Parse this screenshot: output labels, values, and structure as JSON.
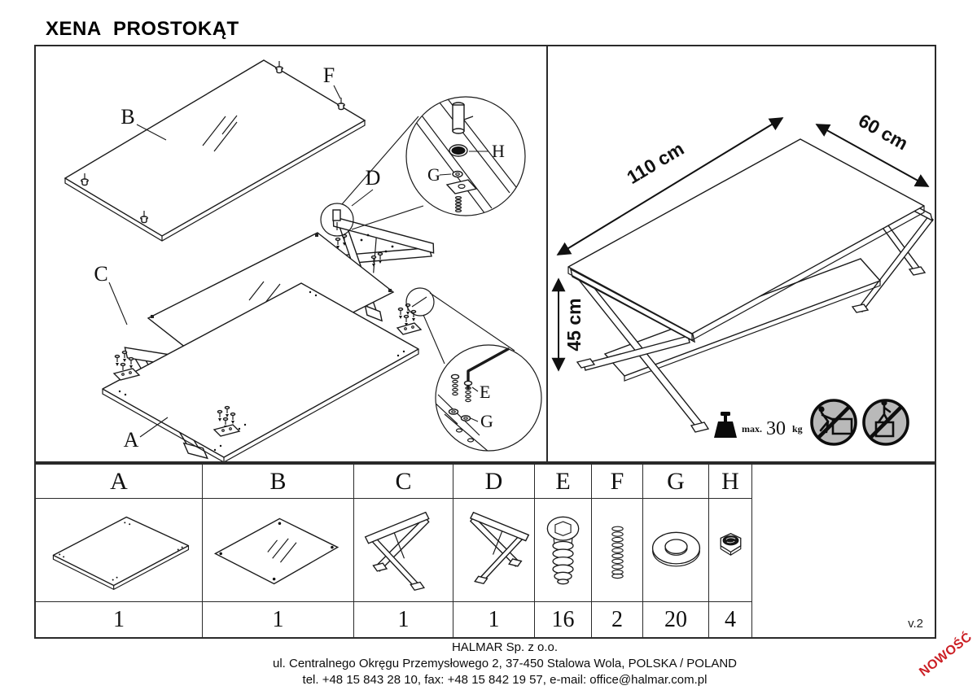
{
  "title": "XENA PROSTOKĄT",
  "version": "v.2",
  "badge": {
    "text": "NOWOŚĆ",
    "color": "#cc2026"
  },
  "diagram": {
    "labels": {
      "a": "A",
      "b": "B",
      "c": "C",
      "d": "D",
      "e": "E",
      "f": "F",
      "g": "G",
      "h": "H"
    }
  },
  "dimensions": {
    "length": "110 cm",
    "depth": "60 cm",
    "height": "45 cm"
  },
  "load": {
    "prefix": "max.",
    "value": "30",
    "unit": "kg"
  },
  "icons": {
    "weight": "weight-icon",
    "left_prohibition": "no-pushing-furniture-icon",
    "right_prohibition": "no-standing-on-furniture-icon"
  },
  "parts_table": {
    "headers": [
      "A",
      "B",
      "C",
      "D",
      "E",
      "F",
      "G",
      "H"
    ],
    "quantities": [
      "1",
      "1",
      "1",
      "1",
      "16",
      "2",
      "20",
      "4"
    ],
    "part_icons": [
      "top-panel-icon",
      "glass-panel-icon",
      "x-frame-left-icon",
      "x-frame-right-icon",
      "allen-bolt-icon",
      "threaded-stud-icon",
      "washer-icon",
      "hex-nut-icon"
    ]
  },
  "footer": {
    "company": "HALMAR Sp. z o.o.",
    "address": "ul. Centralnego Okręgu Przemysłowego 2, 37-450 Stalowa Wola, POLSKA / POLAND",
    "contact": "tel. +48 15 843 28 10, fax: +48 15 842 19 57, e-mail: office@halmar.com.pl"
  }
}
